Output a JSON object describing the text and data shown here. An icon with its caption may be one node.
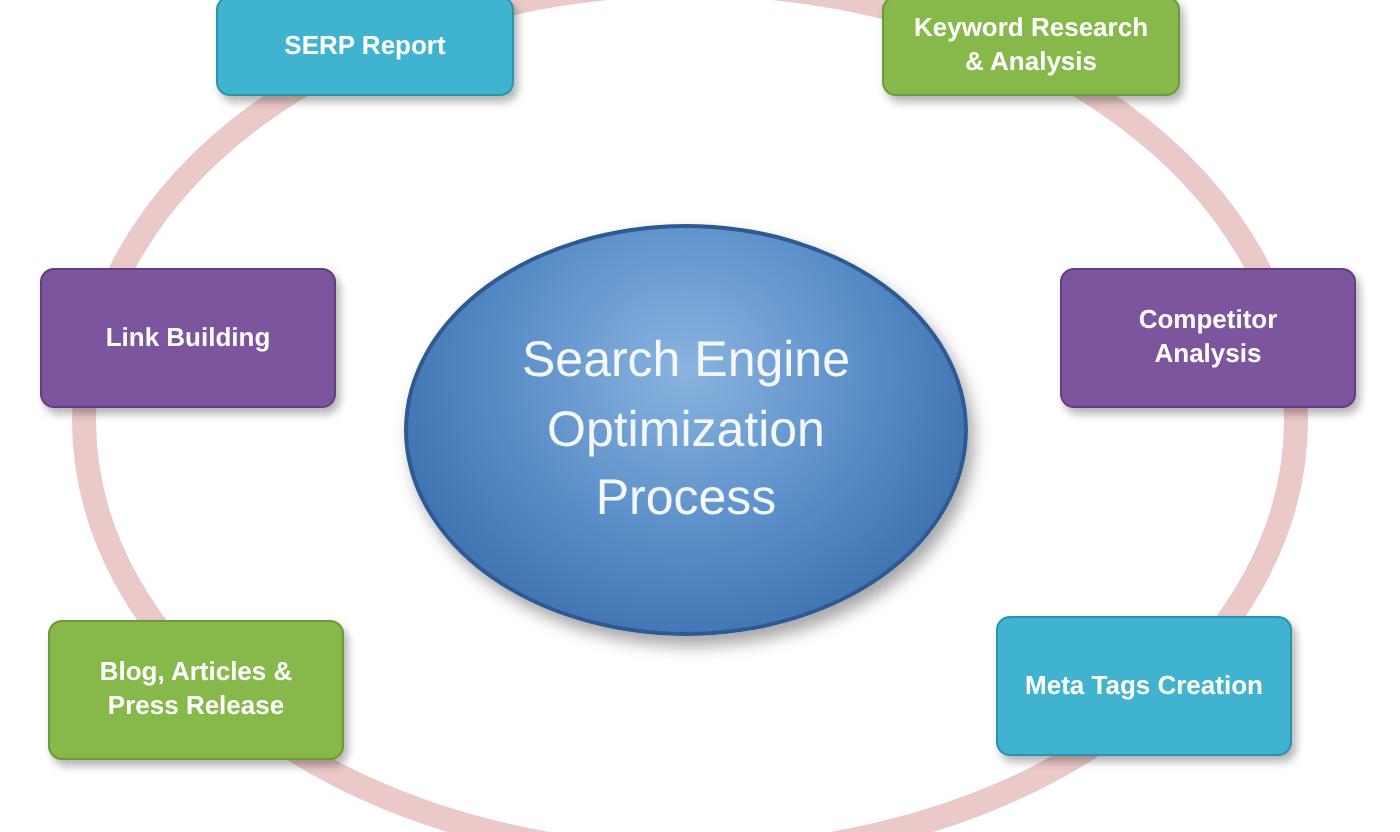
{
  "diagram": {
    "nodes": [
      {
        "text": [
          "SERP Report"
        ]
      },
      {
        "text": [
          "Keyword Research & Analysis"
        ]
      },
      {
        "text": [
          "Link Building"
        ]
      },
      {
        "text": [
          "Search Engine Optimization Process"
        ]
      },
      {
        "text": [
          "Competitor Analysis"
        ]
      },
      {
        "text": [
          "Blog, Articles & Press Release"
        ]
      },
      {
        "text": [
          "Meta Tags Creation"
        ]
      }
    ]
  }
}
